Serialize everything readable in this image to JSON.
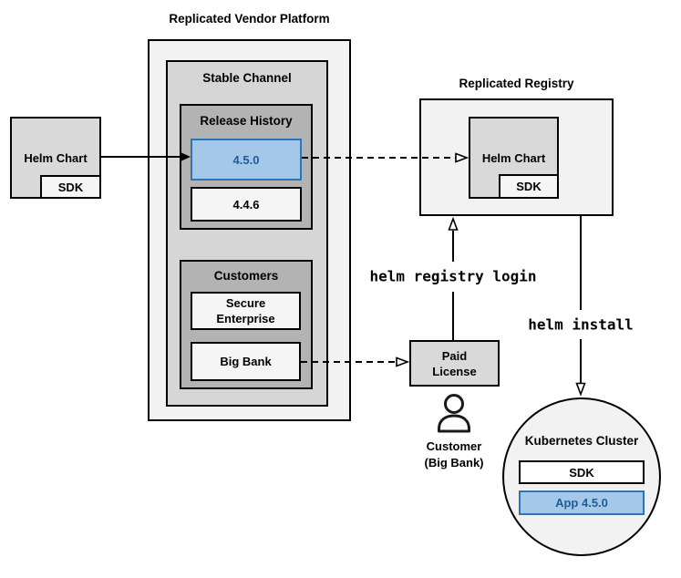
{
  "colors": {
    "accent_blue_fill": "#a6c8e8",
    "accent_blue_border": "#2e75b5",
    "accent_blue_text": "#1d5c97",
    "outer_box_fill": "#f2f2f2",
    "channel_fill": "#d6d6d6",
    "inner_group_fill": "#b3b3b3",
    "chart_box_fill": "#d9d9d9",
    "light_box_fill": "#f5f5f5"
  },
  "vendor_platform": {
    "title": "Replicated Vendor Platform",
    "stable_channel": {
      "title": "Stable Channel",
      "release_history": {
        "title": "Release History",
        "releases": [
          {
            "version": "4.5.0"
          },
          {
            "version": "4.4.6"
          }
        ]
      },
      "customers": {
        "title": "Customers",
        "items": [
          {
            "name": "Secure\nEnterprise"
          },
          {
            "name": "Big Bank"
          }
        ]
      }
    }
  },
  "helm_chart_source": {
    "label": "Helm Chart",
    "sdk": "SDK"
  },
  "registry": {
    "title": "Replicated Registry",
    "helm_chart": {
      "label": "Helm Chart",
      "sdk": "SDK"
    }
  },
  "paid_license": {
    "label": "Paid\nLicense"
  },
  "customer": {
    "label": "Customer\n(Big Bank)"
  },
  "commands": {
    "registry_login": "helm registry login",
    "install": "helm install"
  },
  "kubernetes_cluster": {
    "title": "Kubernetes Cluster",
    "sdk": "SDK",
    "app": "App 4.5.0"
  }
}
